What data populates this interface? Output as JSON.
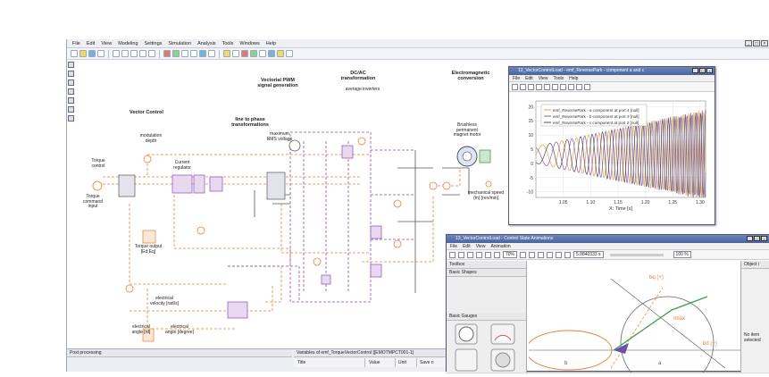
{
  "menu": [
    "File",
    "Edit",
    "View",
    "Modeling",
    "Settings",
    "Simulation",
    "Analysis",
    "Tools",
    "Windows",
    "Help"
  ],
  "diagram": {
    "vector_control": "Vector Control",
    "vectorial_pwm": "Vectorial PWM\nsignal generation",
    "dcac": "DC/AC\ntransformation",
    "average_inverters": "average inverters",
    "electromagnetic": "Electromagnetic\nconversion",
    "line_to_phase": "line to phase\ntransformations",
    "max_rms": "maximum\nRMS voltage",
    "modulation_depth": "modulation\ndepth",
    "torque_control": "Torque\ncontrol",
    "torque_command": "Torque\ncommand\ninput",
    "current_regulator": "Current\nregulator",
    "torque_output": "Torque output\n[Ed;Eq]",
    "brushless": "Brushless\npermanent\nmagnet motor",
    "mech_speed": "mechanical speed\n(m) [rev/min]",
    "elec_velocity": "electrical\nvelocity [rad/s]",
    "elec_angle": "electrical\nangle [rd]",
    "elec_angle_deg": "electrical\nangle [degree]"
  },
  "plot_window": {
    "title": "13_VectorControlLoad - emf_ReversePark - component a and c",
    "menu": [
      "File",
      "Edit",
      "View",
      "Tools",
      "Help"
    ],
    "legend": [
      "emf_ReversePark - a component at port 4 [null]",
      "emf_ReversePark - b component at port 3 [null]",
      "emf_ReversePark - c component at port 2 [null]"
    ],
    "xlabel": "X: Time [s]",
    "yticks": [
      "20",
      "15",
      "10",
      "5",
      "0",
      "-5",
      "-10"
    ],
    "xticks": [
      "1.05",
      "1.10",
      "1.15",
      "1.20",
      "1.25",
      "1.30"
    ]
  },
  "animation_window": {
    "title": "13_VectorControlLoad - Control State Animations",
    "menu": [
      "File",
      "Edit",
      "View",
      "Animation"
    ],
    "zoom": "70%",
    "time": "5.9840333 s",
    "zoom2": "100 %",
    "toolbox": "Toolbox",
    "basic_shapes": "Basic Shapes",
    "basic_gauges": "Basic Gauges",
    "obj_panel": "Object i",
    "no_item": "No item\nselected",
    "labels": {
      "bq": "bq (+)",
      "bd": "bd (+)",
      "imax": "Imax",
      "b": "b",
      "a": "a"
    }
  },
  "bottom": {
    "post_processing": "Post processing",
    "variables": "Variables of emf_TorqueVectorControl [[EMOTMPCT001-1]",
    "col_title": "Title",
    "col_value": "Value",
    "col_unit": "Unit",
    "col_save": "Save n"
  },
  "chart_data": {
    "type": "line",
    "x_range": [
      1.0,
      1.31
    ],
    "y_range": [
      -12,
      22
    ],
    "series": [
      {
        "name": "emf_ReversePark - a component at port 4 [null]",
        "color": "#e8a050"
      },
      {
        "name": "emf_ReversePark - b component at port 3 [null]",
        "color": "#8860b0"
      },
      {
        "name": "emf_ReversePark - c component at port 2 [null]",
        "color": "#505050"
      }
    ]
  },
  "colors": {
    "orange": "#e8803a",
    "purple": "#8a4fb0",
    "gray": "#666",
    "green": "#3fa04a"
  }
}
